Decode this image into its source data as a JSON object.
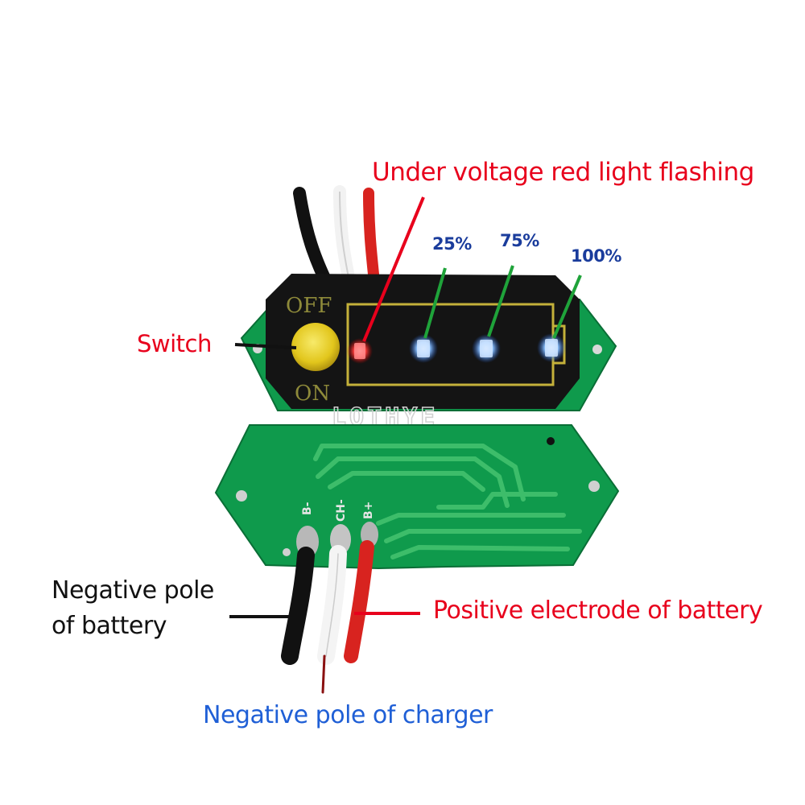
{
  "colors": {
    "red_label": "#e8001c",
    "blue_label": "#1a3c9c",
    "charger_label": "#1f5fd6",
    "black_label": "#111111",
    "pcb_green": "#0f9a4c",
    "led_blue": "#5aa8ff",
    "led_red": "#ff3a3a",
    "pointer_green": "#1fa33a"
  },
  "labels": {
    "under_voltage": "Under voltage red light flashing",
    "switch": "Switch",
    "pct_25": "25%",
    "pct_75": "75%",
    "pct_100": "100%",
    "negative_battery_line1": "Negative pole",
    "negative_battery_line2": "of battery",
    "positive_battery": "Positive electrode of battery",
    "negative_charger": "Negative pole of charger"
  },
  "board": {
    "switch_off": "OFF",
    "switch_on": "ON",
    "pad_b_minus": "B-",
    "pad_ch_minus": "CH-",
    "pad_b_plus": "B+",
    "watermark": "LOTHYE"
  }
}
